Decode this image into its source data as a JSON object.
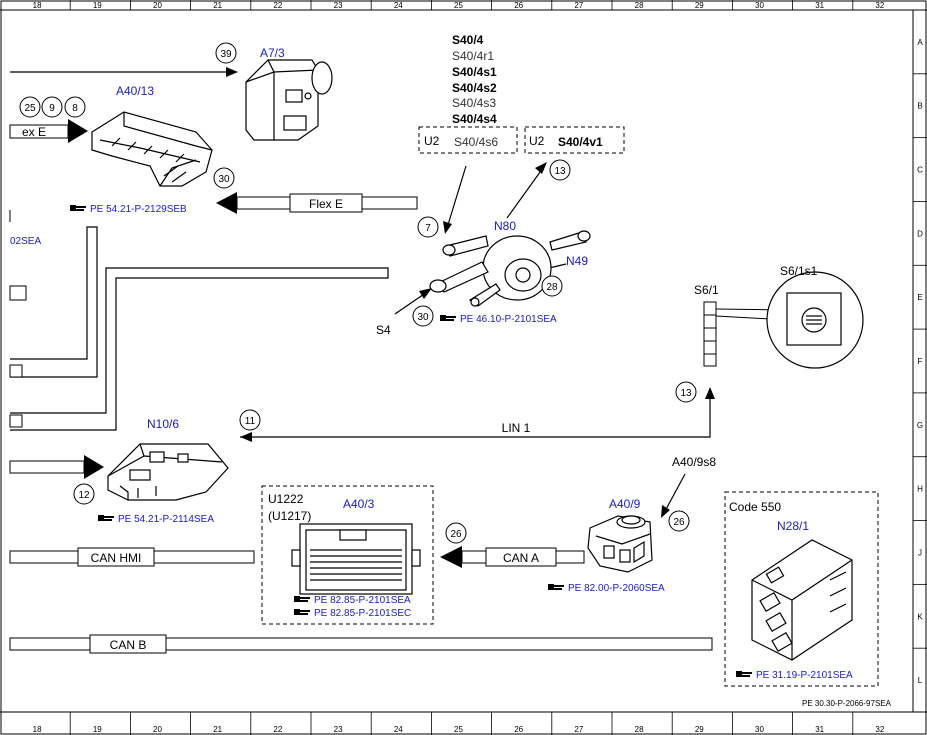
{
  "ruler": {
    "columns": [
      "18",
      "19",
      "20",
      "21",
      "22",
      "23",
      "24",
      "25",
      "26",
      "27",
      "28",
      "29",
      "30",
      "31",
      "32"
    ],
    "rows": [
      "A",
      "B",
      "C",
      "D",
      "E",
      "F",
      "G",
      "H",
      "J",
      "K",
      "L"
    ]
  },
  "components": {
    "a7_3": {
      "code": "A7/3",
      "ref": "39"
    },
    "a40_13": {
      "code": "A40/13",
      "refs": [
        "25",
        "9",
        "8"
      ],
      "ref_out": "30",
      "pe": "PE 54.21-P-2129SEB"
    },
    "s40": {
      "lines": [
        "S40/4",
        "S40/4r1",
        "S40/4s1",
        "S40/4s2",
        "S40/4s3",
        "S40/4s4"
      ]
    },
    "u2_left": {
      "box": "U2",
      "label": "S40/4s6"
    },
    "u2_right": {
      "box": "U2",
      "label": "S40/4v1"
    },
    "n80": {
      "code": "N80",
      "refs": [
        "7",
        "13"
      ],
      "pe": "PE 46.10-P-2101SEA"
    },
    "n49": {
      "code": "N49",
      "ref": "28"
    },
    "s4": {
      "code": "S4",
      "ref": "30"
    },
    "s6_1": {
      "code": "S6/1",
      "ref": "13"
    },
    "s6_1s1": {
      "code": "S6/1s1"
    },
    "n10_6": {
      "code": "N10/6",
      "refs": [
        "11",
        "12"
      ],
      "pe": "PE 54.21-P-2114SEA"
    },
    "a40_3": {
      "code": "A40/3",
      "variant": "U1222",
      "variant2": "(U1217)",
      "pe1": "PE 82.85-P-2101SEA",
      "pe2": "PE 82.85-P-2101SEC"
    },
    "a40_9": {
      "code": "A40/9",
      "sub": "A40/9s8",
      "refs": [
        "26",
        "26"
      ],
      "pe": "PE 82.00-P-2060SEA"
    },
    "n28_1": {
      "code": "N28/1",
      "box": "Code 550",
      "pe": "PE 31.19-P-2101SEA"
    }
  },
  "buses": {
    "flex_left": "ex E",
    "flex_mid": "Flex E",
    "lin": "LIN 1",
    "can_hmi": "CAN HMI",
    "can_a": "CAN A",
    "can_b": "CAN B"
  },
  "margin_text": {
    "left_pe": "02SEA"
  },
  "footer": {
    "doc_ref": "PE 30.30-P-2066-97SEA"
  },
  "colors": {
    "blue": "#1a1acc",
    "line": "#000000"
  }
}
